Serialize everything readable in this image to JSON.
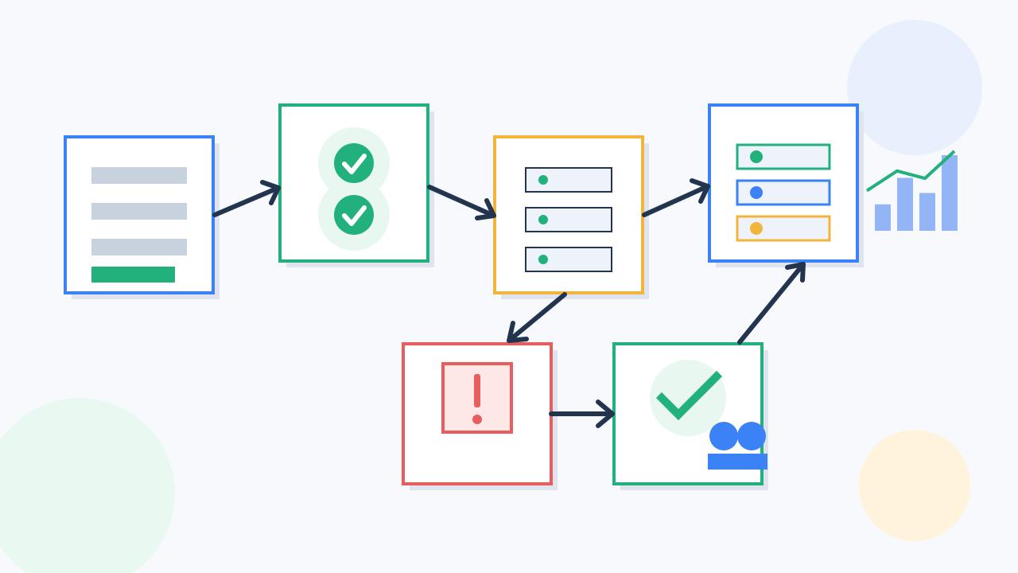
{
  "colors": {
    "background": "#f7f9fc",
    "blue": "#3b82f6",
    "green": "#22b07d",
    "amber": "#f2b53b",
    "red": "#e85d5d",
    "navy": "#23344f",
    "gray_bar": "#c8d2df",
    "shadow": "#dfe4ee",
    "pale_blue": "#e8f0fe",
    "pale_green": "#e8f8f1",
    "pale_amber": "#fff3dc",
    "pale_red": "#fde7e7",
    "chart_bar": "#93b4f5"
  },
  "nodes": [
    {
      "id": "form",
      "kind": "document-form",
      "color": "blue"
    },
    {
      "id": "validation",
      "kind": "double-check",
      "color": "green"
    },
    {
      "id": "processing",
      "kind": "item-list",
      "color": "amber"
    },
    {
      "id": "results",
      "kind": "status-list",
      "color": "blue"
    },
    {
      "id": "error",
      "kind": "alert",
      "color": "red"
    },
    {
      "id": "approval",
      "kind": "approved-by-team",
      "color": "green"
    }
  ],
  "edges": [
    {
      "from": "form",
      "to": "validation"
    },
    {
      "from": "validation",
      "to": "processing"
    },
    {
      "from": "processing",
      "to": "results"
    },
    {
      "from": "processing",
      "to": "error"
    },
    {
      "from": "error",
      "to": "approval"
    },
    {
      "from": "approval",
      "to": "results"
    }
  ],
  "icons": {
    "check": "check-icon",
    "alert": "exclamation-icon",
    "team": "users-icon",
    "growth": "growth-chart-icon"
  },
  "growth_chart": {
    "bar_levels": [
      0.35,
      0.7,
      0.5,
      1.0
    ],
    "trend_levels": [
      0.2,
      0.6,
      0.45,
      1.0
    ]
  }
}
